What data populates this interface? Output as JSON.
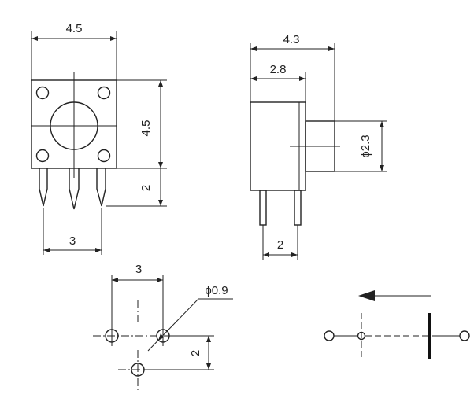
{
  "front_view": {
    "width_label": "4.5",
    "height_label": "4.5",
    "lead_label": "2",
    "pitch_label": "3"
  },
  "side_view": {
    "depth_label": "4.3",
    "body_label": "2.8",
    "actuator_label": "ϕ2.3",
    "lead_pitch_label": "2"
  },
  "pcb_layout": {
    "pitch_label": "3",
    "hole_label": "ϕ0.9",
    "offset_label": "2"
  },
  "schematic": {
    "arrow": "pointing-left"
  }
}
